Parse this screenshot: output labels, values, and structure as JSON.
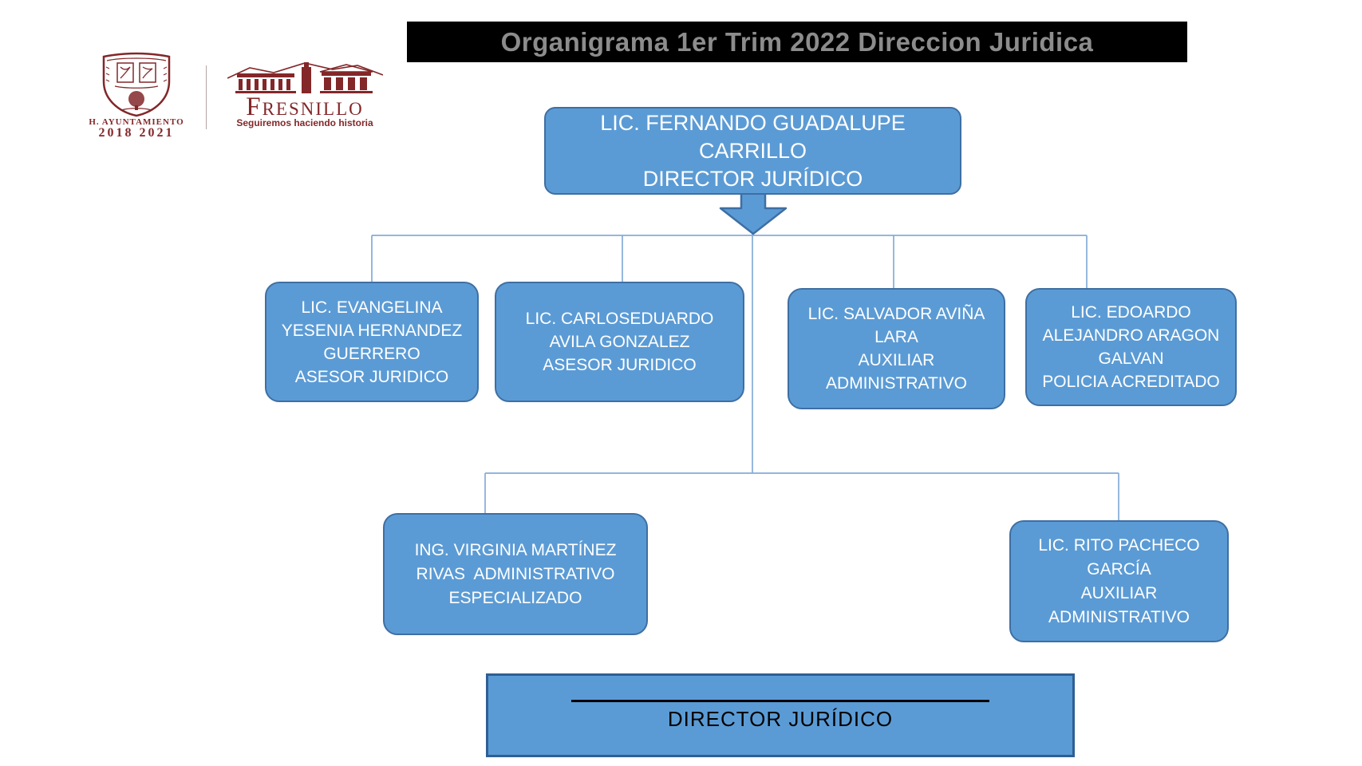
{
  "slide": {
    "title": "Organigrama 1er Trim 2022 Direccion Juridica"
  },
  "logos": {
    "ayuntamiento": {
      "caption_line1": "H. AYUNTAMIENTO",
      "caption_line2": "2018 2021"
    },
    "fresnillo": {
      "wordmark": "Fresnillo",
      "tagline": "Seguiremos haciendo historia"
    }
  },
  "colors": {
    "node_fill": "#5B9BD5",
    "node_border": "#3E6FA3",
    "connector_line": "#84ACD9",
    "brand_maroon": "#832729",
    "title_bar_bg": "#000000",
    "title_text": "#8C8C8C"
  },
  "org": {
    "root": {
      "text": "LIC. FERNANDO GUADALUPE\nCARRILLO\nDIRECTOR JURÍDICO"
    },
    "level2": [
      {
        "text": "LIC. EVANGELINA\nYESENIA HERNANDEZ\nGUERRERO\nASESOR JURIDICO"
      },
      {
        "text": "LIC. CARLOSEDUARDO\nAVILA GONZALEZ\nASESOR JURIDICO"
      },
      {
        "text": "LIC. SALVADOR AVIÑA\nLARA\nAUXILIAR\nADMINISTRATIVO"
      },
      {
        "text": "LIC. EDOARDO\nALEJANDRO ARAGON\nGALVAN\nPOLICIA ACREDITADO"
      }
    ],
    "level3": [
      {
        "text": "ING. VIRGINIA MARTÍNEZ\nRIVAS  ADMINISTRATIVO\nESPECIALIZADO"
      },
      {
        "text": "LIC. RITO PACHECO\nGARCÍA\nAUXILIAR\nADMINISTRATIVO"
      }
    ],
    "signature": {
      "label": "DIRECTOR JURÍDICO"
    }
  }
}
